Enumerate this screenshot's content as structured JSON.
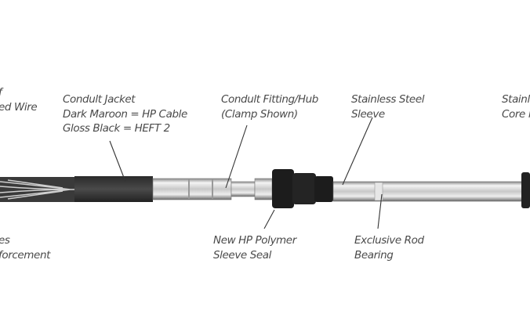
{
  "labels": {
    "braided_wire": [
      "f",
      "ed Wire"
    ],
    "conduit_jacket": [
      "Condult Jacket",
      "Dark Maroon = HP Cable",
      "Gloss Black = HEFT 2"
    ],
    "conduit_fitting": [
      "Condult Fitting/Hub",
      "(Clamp Shown)"
    ],
    "stainless_sleeve": [
      "Stainless Steel",
      "Sleeve"
    ],
    "stainless_core": [
      "Stainl",
      "Core l"
    ],
    "reinforcement": [
      "es",
      "forcement"
    ],
    "polymer_seal": [
      "New HP Polymer",
      "Sleeve Seal"
    ],
    "rod_bearing": [
      "Exclusive Rod",
      "Bearing"
    ]
  },
  "colors": {
    "text": "#4a4a4a",
    "jacket": "#3a3a3a",
    "seal": "#1c1c1c",
    "chrome": "#d8d8d8"
  }
}
